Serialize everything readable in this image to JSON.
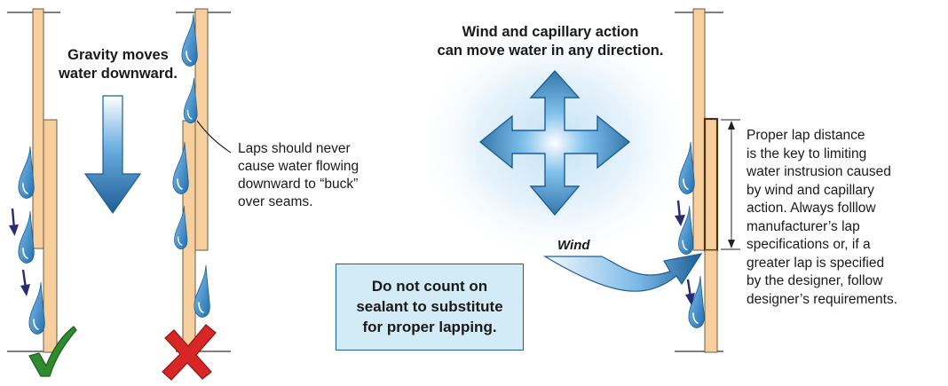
{
  "gravity_caption": [
    "Gravity moves",
    "water downward."
  ],
  "laps_note": [
    "Laps should never",
    "cause water flowing",
    "downward to “buck”",
    "over seams."
  ],
  "wind_caption": [
    "Wind and capillary action",
    "can move water in any direction."
  ],
  "wind_label": "Wind",
  "sealant_note": [
    "Do not count on",
    "sealant to substitute",
    "for proper lapping."
  ],
  "lap_note": [
    "Proper lap distance",
    "is the key to limiting",
    "water instrusion caused",
    "by wind and capillary",
    "action. Always folllow",
    "manufacturer’s lap",
    "specifications or, if a",
    "greater lap is specified",
    "by the designer, follow",
    "designer’s requirements."
  ],
  "icons": {
    "correct": "green-check-icon",
    "incorrect": "red-x-icon",
    "gravity": "down-arrow-icon",
    "directions": "four-way-arrow-icon",
    "wind": "curved-wind-arrow-icon"
  },
  "colors": {
    "board": "#f7cf9c",
    "board_stroke": "#6b5a45",
    "water": "#2f80c2",
    "arrow_dark": "#1d5e96",
    "arrow_light": "#e6f2fb",
    "check": "#2e8b2e",
    "cross": "#d72626",
    "small_arrow": "#2a2a6e",
    "box_fill": "#d3ebf7"
  }
}
